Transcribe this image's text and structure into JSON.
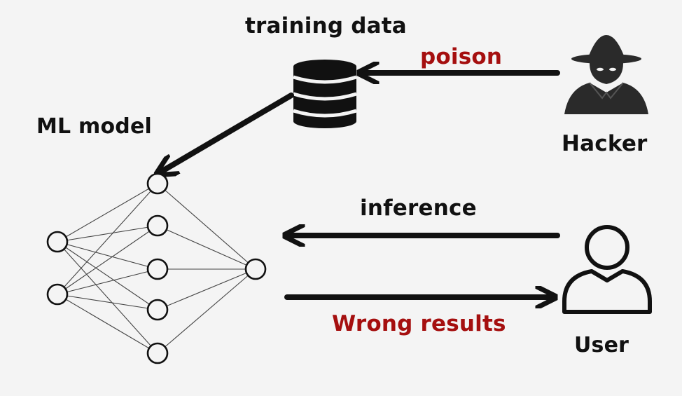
{
  "labels": {
    "training_data": "training data",
    "poison": "poison",
    "ml_model": "ML model",
    "hacker": "Hacker",
    "inference": "inference",
    "wrong_results": "Wrong results",
    "user": "User"
  },
  "colors": {
    "background": "#f4f4f4",
    "ink": "#111111",
    "attack_red": "#a50f0f"
  },
  "icons": {
    "training_data": "database-icon",
    "hacker": "hacker-icon",
    "user": "user-icon"
  },
  "network": {
    "layers": [
      2,
      5,
      1
    ]
  }
}
